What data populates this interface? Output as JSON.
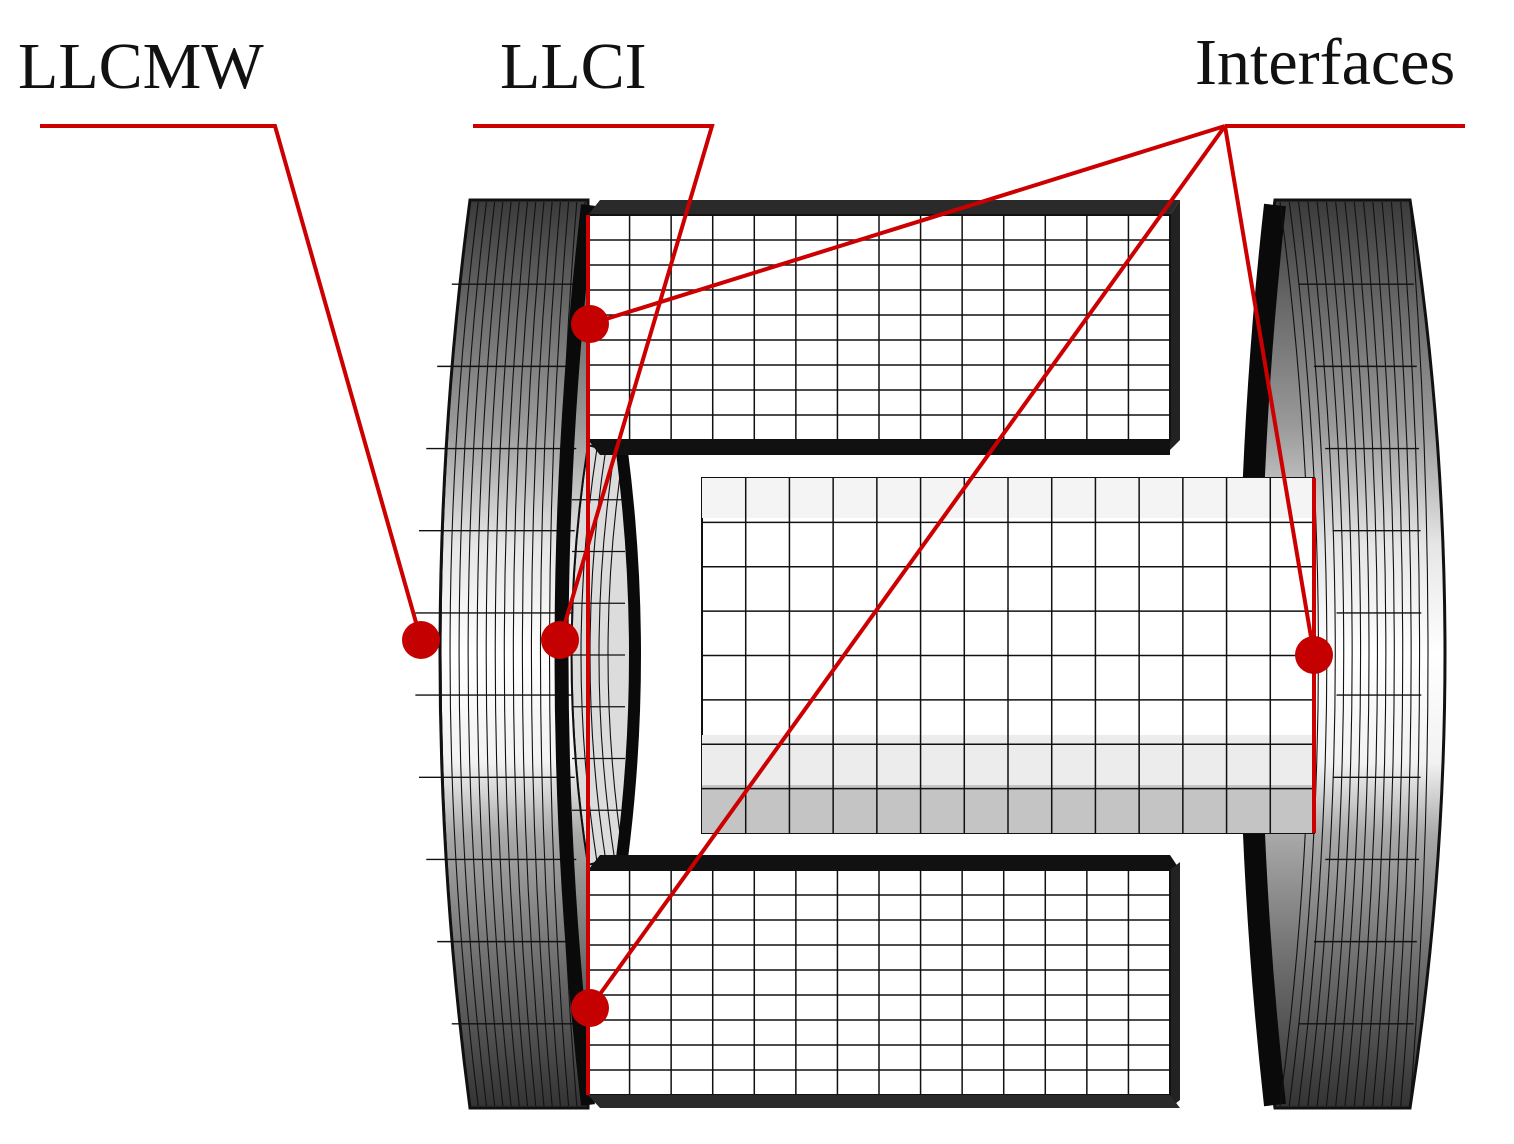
{
  "labels": {
    "llcmw": "LLCMW",
    "llci": "LLCI",
    "interfaces": "Interfaces"
  },
  "colors": {
    "leader": "#cc0000",
    "marker": "#c40000",
    "mesh_line": "#111111",
    "dark_band": "#5a5a5a",
    "mid_band": "#8f8f8f",
    "light_band": "#c4c4c4",
    "pale_band": "#ececec",
    "white": "#ffffff",
    "edge": "#0a0a0a"
  },
  "icons": {
    "marker": "filled-red-circle"
  }
}
